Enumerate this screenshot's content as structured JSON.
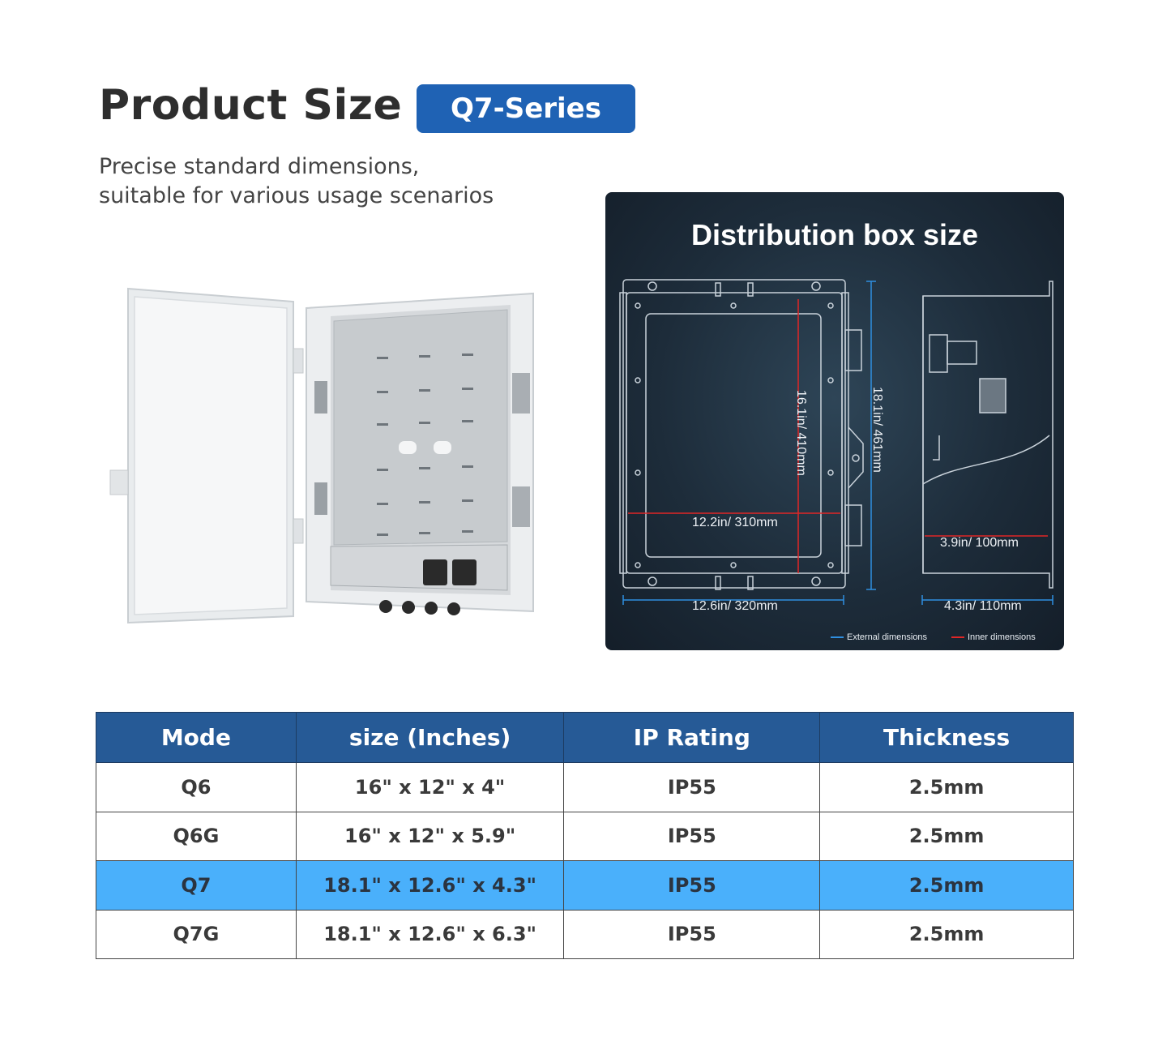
{
  "header": {
    "title": "Product Size",
    "badge": "Q7-Series",
    "subtitle_line1": "Precise standard dimensions,",
    "subtitle_line2": "suitable for various usage scenarios"
  },
  "diagram": {
    "title": "Distribution box size",
    "inner_height": "16.1in/ 410mm",
    "outer_height": "18.1in/ 461mm",
    "inner_width": "12.2in/ 310mm",
    "outer_width": "12.6in/ 320mm",
    "inner_depth": "3.9in/ 100mm",
    "outer_depth": "4.3in/ 110mm",
    "legend_external": "External dimensions",
    "legend_inner": "Inner dimensions",
    "external_color": "#2f8fe0",
    "inner_color": "#e02626"
  },
  "table": {
    "headers": [
      "Mode",
      "size (Inches)",
      "IP Rating",
      "Thickness"
    ],
    "rows": [
      [
        "Q6",
        "16\" x 12\" x 4\"",
        "IP55",
        "2.5mm"
      ],
      [
        "Q6G",
        "16\" x 12\" x 5.9\"",
        "IP55",
        "2.5mm"
      ],
      [
        "Q7",
        "18.1\" x 12.6\" x 4.3\"",
        "IP55",
        "2.5mm"
      ],
      [
        "Q7G",
        "18.1\" x 12.6\" x 6.3\"",
        "IP55",
        "2.5mm"
      ]
    ],
    "highlight_row": 2,
    "header_color": "#265a96",
    "highlight_color": "#4ab0fb"
  }
}
